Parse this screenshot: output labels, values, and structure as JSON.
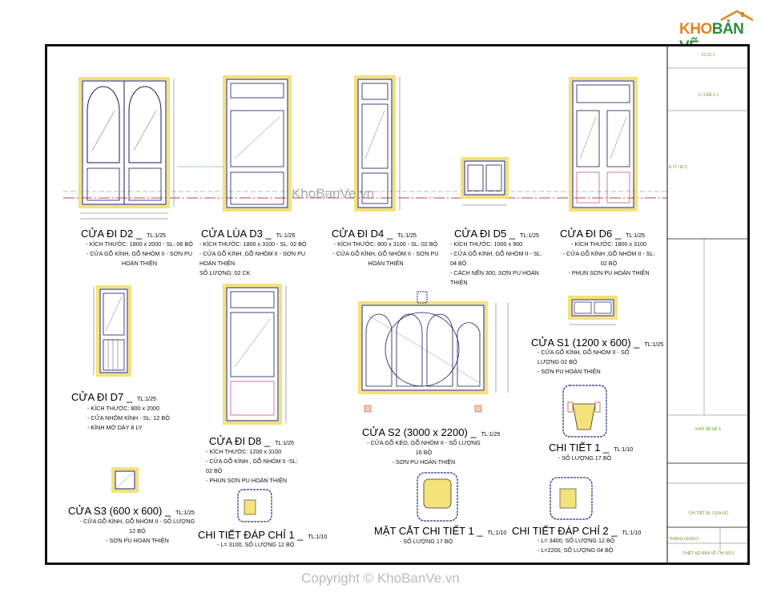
{
  "brand": {
    "logo_k": "KHO",
    "logo_b": "BẢN VẼ"
  },
  "watermark": "KhoBanVe.vn",
  "copyright": "Copyright © KhoBanVe.vn",
  "colors": {
    "frame_yellow": "#f4e27a",
    "outline": "#1a1a60",
    "dim_green": "#3aa04a",
    "axis_red": "#c24a4a",
    "detail_blue": "#27307a",
    "title_block_text": "#6a9c2e"
  },
  "doors": [
    {
      "id": "d2",
      "title": "CỬA ĐI D2 _",
      "scale": "TL:1/25",
      "notes": "- KÍCH THƯỚC: 1800 x 2000 - SL: 06 BỘ\n- CỬA GỖ KÍNH, GỖ NHÓM II - SƠN PU\nHOÀN THIỆN"
    },
    {
      "id": "d3",
      "title": "CỬA LÙA D3 _",
      "scale": "TL:1/25",
      "notes": "- KÍCH THƯỚC: 1800 x 3100 - SL: 02 BỘ\n- CỬA GỖ KÍNH ,GỖ NHÓM II - SƠN PU\nHOÀN THIỆN\nSỐ LƯỢNG: 02 CK"
    },
    {
      "id": "d4",
      "title": "CỬA ĐI D4 _",
      "scale": "TL:1/25",
      "notes": "- KÍCH THƯỚC: 800 x 3100 - SL: 02 BỘ\n- CỬA GỖ KÍNH, GỖ NHÓM II - SƠN PU\nHOÀN THIỆN"
    },
    {
      "id": "d5",
      "title": "CỬA ĐI D5 _",
      "scale": "TL:1/25",
      "notes": "- KÍCH THƯỚC: 1000 x 900\n- CỬA GỖ KÍNH, GỖ NHÓM II - SL:\n04 BỘ\n- CÁCH NỀN 300, SƠN PU HOÀN\nTHIỆN"
    },
    {
      "id": "d6",
      "title": "CỬA ĐI D6 _",
      "scale": "TL:1/25",
      "notes": "- KÍCH THƯỚC: 1800 x 3100\n- CỬA GỖ KÍNH ,GỖ NHÓM II - SL:\n02 BỘ\n- PHUN SƠN PU HOÀN THIỆN"
    },
    {
      "id": "d7",
      "title": "CỬA ĐI D7 _",
      "scale": "TL:1/25",
      "notes": "- KÍCH THƯỚC: 800 x 2000\n- CỬA NHÔM KÍNH - SL: 12 BỘ\n- KÍNH MỜ DÀY 8 LY"
    },
    {
      "id": "d8",
      "title": "CỬA ĐI D8 _",
      "scale": "TL:1/25",
      "notes": "- KÍCH THƯỚC: 1200 x 3100\n- CỬA GỖ KÍNH , GỖ NHÓM II -SL:\n02 BỘ\n- PHUN SƠN PU HOÀN THIỆN"
    },
    {
      "id": "s2",
      "title": "CỬA S2 (3000 x 2200) _",
      "scale": "TL:1/25",
      "notes": "- CỬA GỖ KÉO, GỖ NHÓM II - SỐ LƯỢNG\n16 BỘ\n- SƠN PU HOÀN THIỆN"
    },
    {
      "id": "s1",
      "title": "CỬA S1 (1200 x 600) _",
      "scale": "TL:1/25",
      "notes": "- CỬA GỖ KÍNH, GỖ NHÓM II - SỐ\nLƯỢNG 02 BỘ\n- SƠN PU HOÀN THIỆN"
    },
    {
      "id": "s3",
      "title": "CỬA S3 (600 x 600) _",
      "scale": "TL:1/25",
      "notes": "- CỬA GỖ KÍNH, GỖ NHÓM II - SỐ LƯỢNG\n12 BỘ\n- SƠN PU HOÀN THIỆN"
    }
  ],
  "details": [
    {
      "id": "ct1",
      "title": "CHI TIẾT 1 _",
      "scale": "TL:1/10",
      "notes": "- SỐ LƯỢNG 17 BỘ"
    },
    {
      "id": "dc1",
      "title": "CHI TIẾT ĐÁP CHỈ 1 _",
      "scale": "TL:1/10",
      "notes": "- L= 3100, SỐ LƯỢNG 12 BỘ"
    },
    {
      "id": "mc1",
      "title": "MẶT CẮT CHI TIẾT 1 _",
      "scale": "TL:1/10",
      "notes": "- SỐ LƯỢNG 17 BỘ"
    },
    {
      "id": "dc2",
      "title": "CHI TIẾT ĐÁP CHỈ 2 _",
      "scale": "TL:1/10",
      "notes": "- L= 3400, SỐ LƯỢNG 12 BỘ\n- L=2200, SỐ LƯỢNG 04 BỘ"
    }
  ],
  "title_block": {
    "row1": "21 21 J",
    "row2": "2 i 3 ĐẾ 3 J",
    "row3": "Đ Ơ  I ĐI C",
    "project": "KHỞ 3Đ ỤÊ 4",
    "drawing_name": "CHI TIẾT ĐI, CỬA SỔ",
    "date": "THÁNG 03/2013",
    "footer": "THIẾT KẾ BẢN VẼ THI 3013"
  }
}
